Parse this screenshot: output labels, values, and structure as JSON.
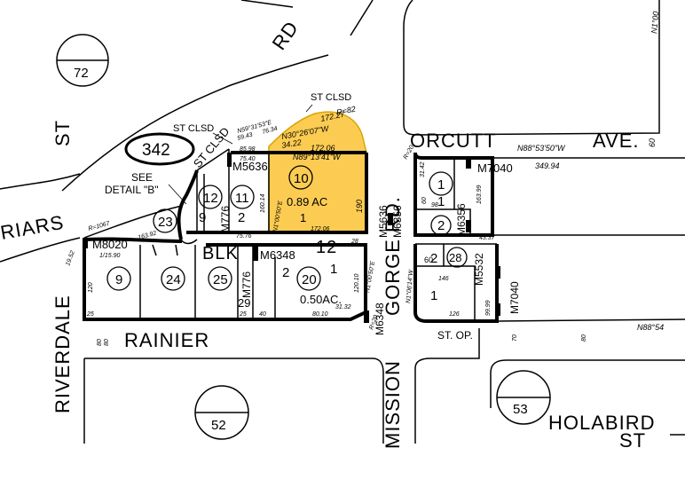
{
  "colors": {
    "highlight": "#FCCC52",
    "highlight_stroke": "#D9A400",
    "ink": "#000000",
    "paper": "#FFFFFF"
  },
  "streets": {
    "rd_top": "RD",
    "st_left": "ST",
    "riars": "RIARS",
    "riverdale": "RIVERDALE",
    "rainier": "RAINIER",
    "mission": "MISSION",
    "gorge_rd": "GORGE RD.",
    "orcutt": "ORCUTT",
    "ave": "AVE.",
    "holabird": "HOLABIRD",
    "holabird_st": "ST",
    "st_op": "ST. OP.",
    "blk": "BLK",
    "blk_num": "12"
  },
  "labels": {
    "st_clsd_1": "ST CLSD",
    "st_clsd_2": "ST CLSD",
    "st_clsd_3": "ST CLSD",
    "see": "SEE",
    "detail_b": "DETAIL \"B\"",
    "acreage_10": "0.89 AC",
    "acreage_20": "0.50AC.",
    "one_10": "1"
  },
  "page_circles": {
    "p72": "72",
    "p342": "342",
    "p52": "52",
    "p53": "53"
  },
  "parcels": {
    "p10": "10",
    "p11": "11",
    "p12": "12",
    "p23": "23",
    "p9": "9",
    "p24": "24",
    "p25": "25",
    "p20": "20",
    "p1_right": "1",
    "p2_right": "2",
    "p28": "28"
  },
  "lot_numbers": {
    "l9": "9",
    "l2": "2",
    "l2b": "2",
    "l1a": "1",
    "l29": "29",
    "l1b": "1",
    "l2c": "2",
    "l1c": "1",
    "l60": "60"
  },
  "map_codes": {
    "m5636_top": "M5636",
    "m8020": "M8020",
    "m6348_mid": "M6348",
    "m776_a": "M776",
    "m776_b": "M776",
    "m5636_v": "M5636",
    "m6356_v": "M6356",
    "m6348_v": "M6348",
    "m7040_h": "M7040",
    "m6356_r": "M6356",
    "m5532": "M5532",
    "m7040_v": "M7040"
  },
  "dimensions": {
    "d172_27": "172.27",
    "d_r82": "R=82",
    "bearing_n59": "N59°31'53\"E",
    "d59_43": "59.43",
    "d76_34": "76.34",
    "bearing_n30": "N30°26'07\"W",
    "d34_22": "34.22",
    "d172_06a": "172.06",
    "bearing_n89": "N89°13'41\"W",
    "d85_98": "85.98",
    "d75_40": "75.40",
    "d160_14": "160.14",
    "d160_8": "N1°00'50\"E",
    "d190": "190",
    "d172_06b": "172.06",
    "d75_76": "75.76",
    "d28": "28",
    "r1067": "R=1067",
    "d163_92": "163.92",
    "d19_52": "19.52",
    "d115_90": "1/15.90",
    "d120": "120",
    "d120_10": "120.10",
    "bearing_n1_20": "N1°00'50\"E",
    "d31_32": "31.32",
    "d80_10": "80.10",
    "d25": "25",
    "d40": "40",
    "d80": "80",
    "d_r20": "R=20",
    "bearing_n88_orc": "N88°53'50\"W",
    "d349_94": "349.94",
    "d60_orc": "60",
    "d31_42": "31.42",
    "d_r20b": "R=20",
    "d163_99": "163.99",
    "d98": "98",
    "d43_37": "43.37",
    "d146": "146",
    "d99_99": "99.99",
    "d126": "126",
    "bearing_n1_r": "N1°06'14\"W",
    "d70": "70",
    "d80_r": "80",
    "bearing_n88_hol": "N88°54",
    "bearing_n1_top": "N1°00",
    "d60_r": "60",
    "d80_left": "80",
    "d25_left": "25"
  }
}
